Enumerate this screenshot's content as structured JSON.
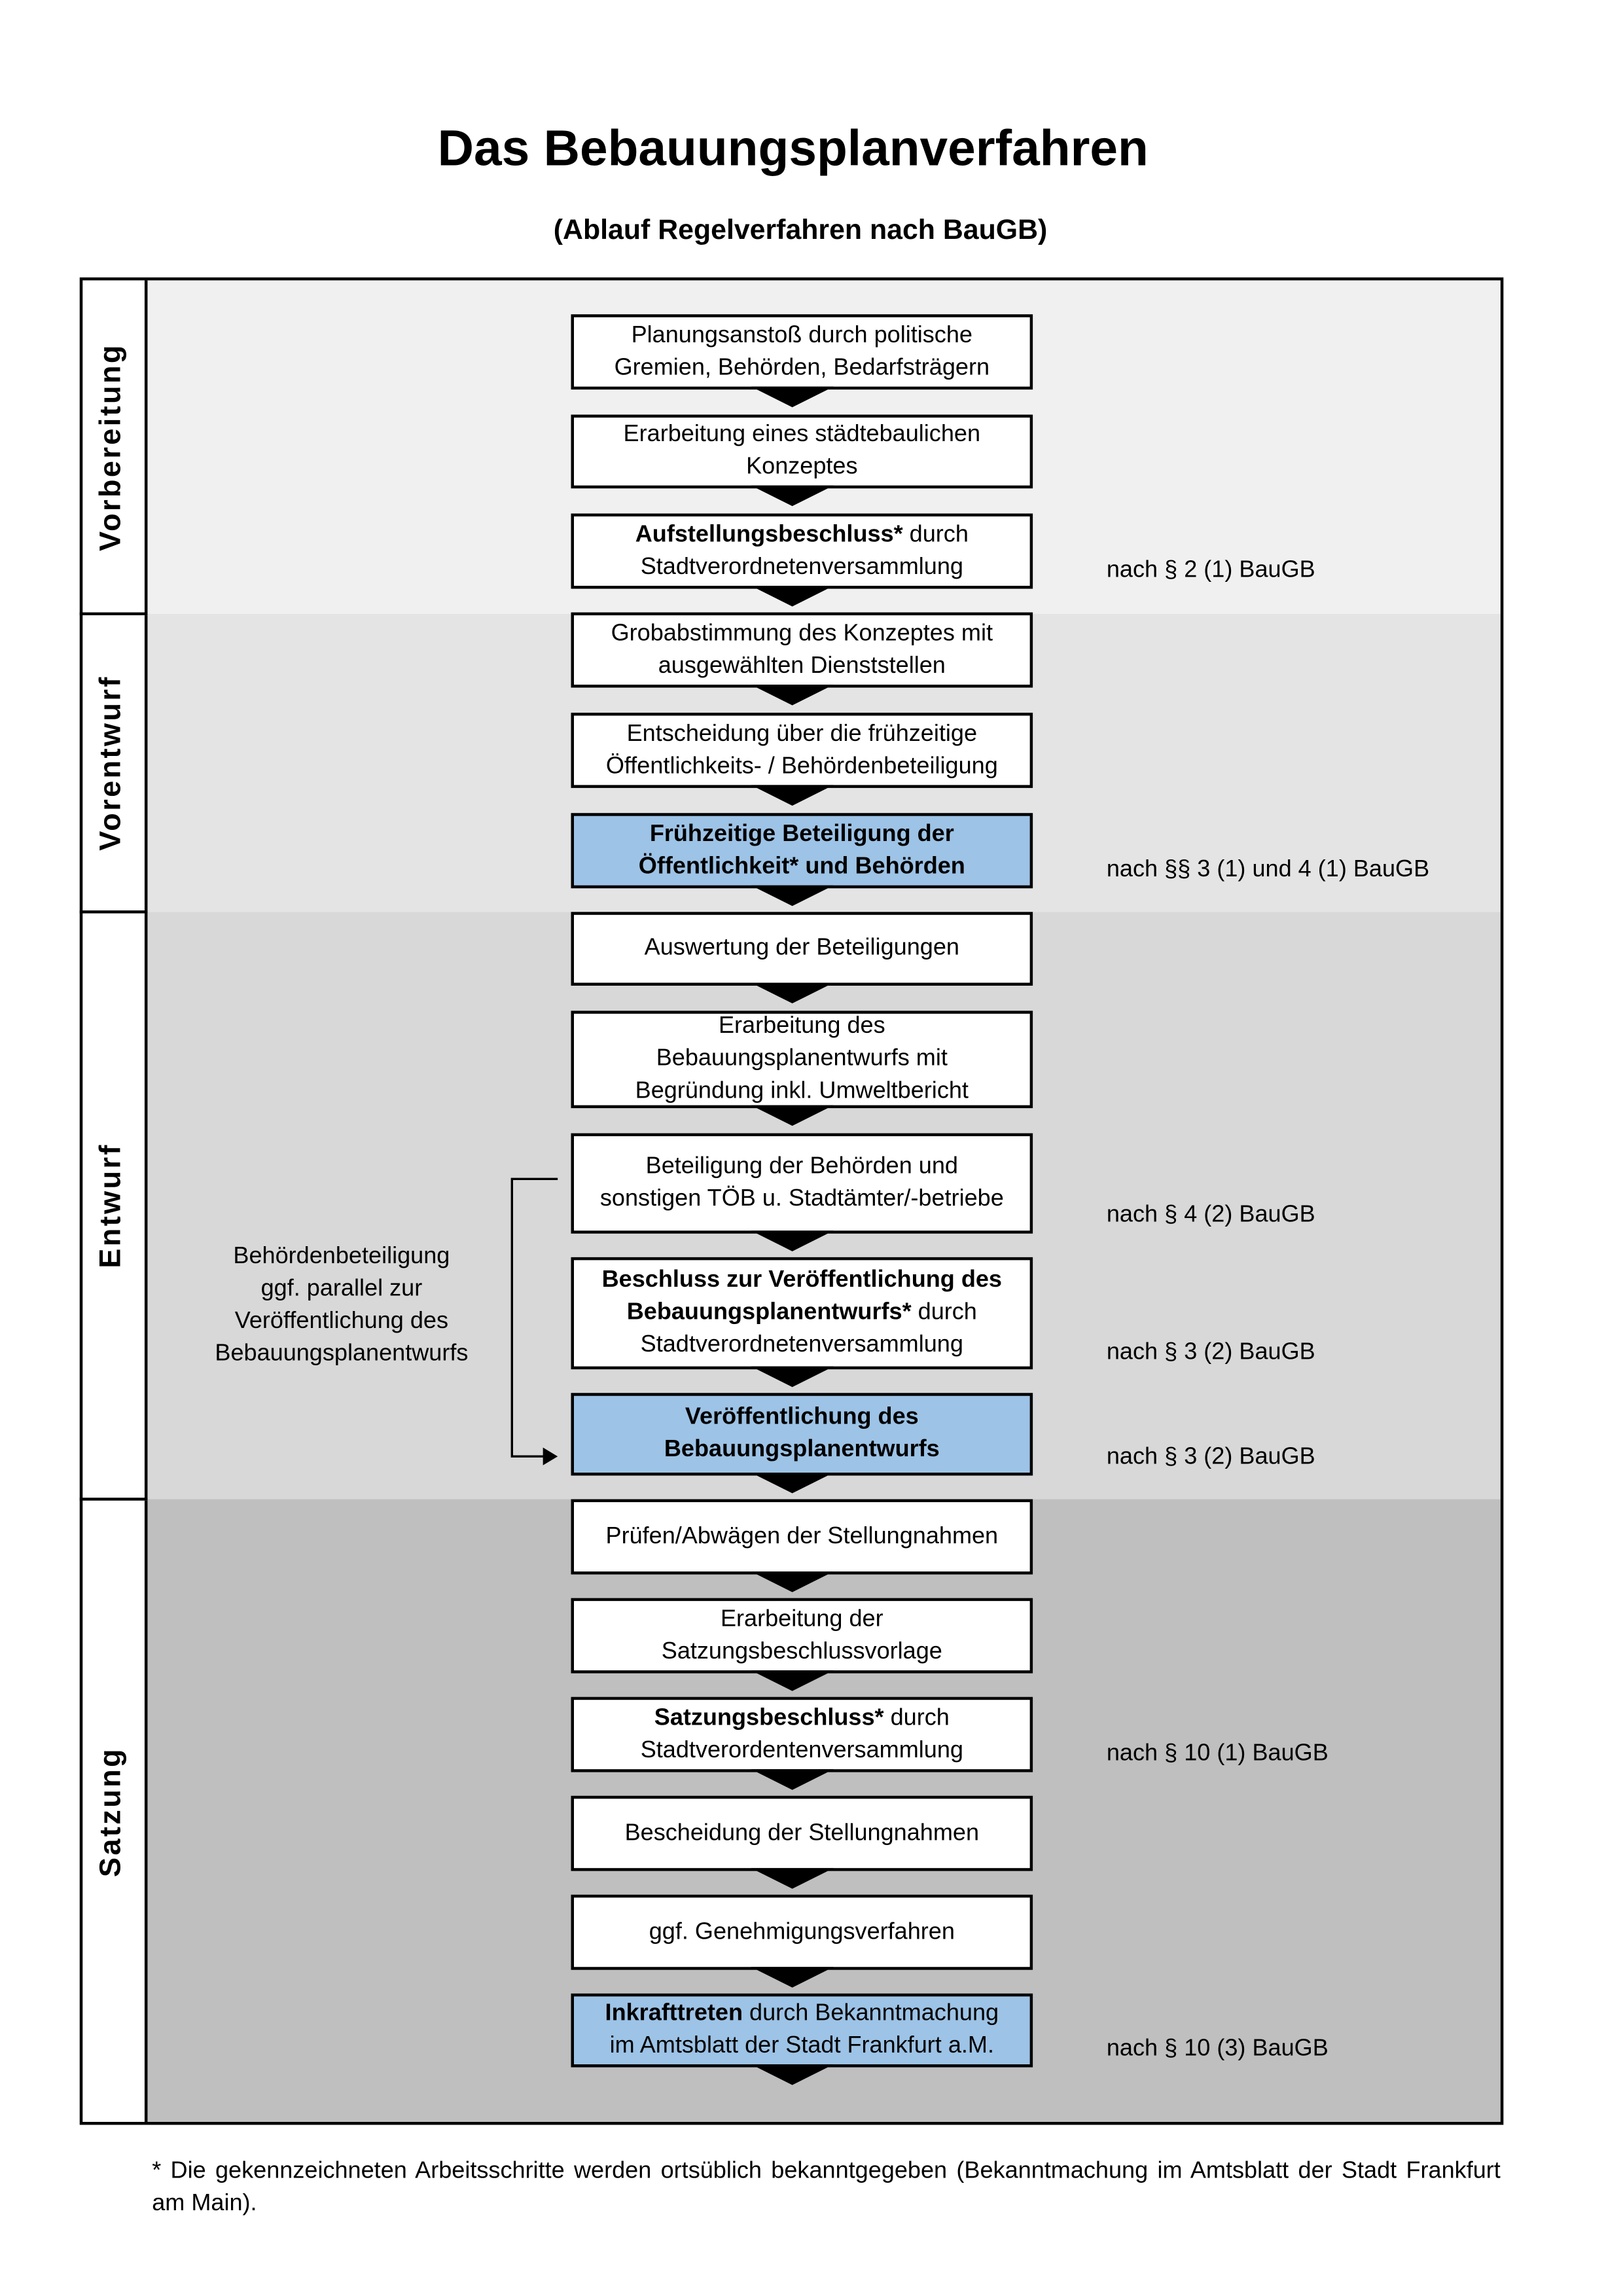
{
  "title": "Das Bebauungsplanverfahren",
  "subtitle": "(Ablauf Regelverfahren nach BauGB)",
  "colors": {
    "highlight": "#9dc3e6",
    "phase_vorbereitung": "#f0f0f0",
    "phase_vorentwurf": "#e4e4e4",
    "phase_entwurf": "#d8d8d8",
    "phase_satzung": "#bfbfbf"
  },
  "phases": [
    {
      "label": "Vorbereitung"
    },
    {
      "label": "Vorentwurf"
    },
    {
      "label": "Entwurf"
    },
    {
      "label": "Satzung"
    }
  ],
  "steps": [
    {
      "highlight": false,
      "parts": [
        {
          "text": "Planungsanstoß durch politische\nGremien, Behörden, Bedarfsträgern",
          "bold": false
        }
      ]
    },
    {
      "highlight": false,
      "parts": [
        {
          "text": "Erarbeitung eines städtebaulichen\nKonzeptes",
          "bold": false
        }
      ]
    },
    {
      "highlight": false,
      "parts": [
        {
          "text": "Aufstellungsbeschluss*",
          "bold": true
        },
        {
          "text": " durch\nStadtverordnetenversammlung",
          "bold": false
        }
      ]
    },
    {
      "highlight": false,
      "parts": [
        {
          "text": "Grobabstimmung des Konzeptes mit\nausgewählten Dienststellen",
          "bold": false
        }
      ]
    },
    {
      "highlight": false,
      "parts": [
        {
          "text": "Entscheidung über die frühzeitige\nÖffentlichkeits- / Behördenbeteiligung",
          "bold": false
        }
      ]
    },
    {
      "highlight": true,
      "parts": [
        {
          "text": "Frühzeitige Beteiligung der\nÖffentlichkeit* und Behörden",
          "bold": true
        }
      ]
    },
    {
      "highlight": false,
      "parts": [
        {
          "text": "Auswertung der Beteiligungen",
          "bold": false
        }
      ]
    },
    {
      "highlight": false,
      "parts": [
        {
          "text": "Erarbeitung des\nBebauungsplanentwurfs mit\nBegründung inkl. Umweltbericht",
          "bold": false
        }
      ]
    },
    {
      "highlight": false,
      "parts": [
        {
          "text": "Beteiligung der Behörden und\nsonstigen TÖB u. Stadtämter/-betriebe",
          "bold": false
        }
      ]
    },
    {
      "highlight": false,
      "parts": [
        {
          "text": "Beschluss zur Veröffentlichung des\nBebauungsplanentwurfs*",
          "bold": true
        },
        {
          "text": " durch\nStadtverordnetenversammlung",
          "bold": false
        }
      ]
    },
    {
      "highlight": true,
      "parts": [
        {
          "text": "Veröffentlichung des\nBebauungsplanentwurfs",
          "bold": true
        }
      ]
    },
    {
      "highlight": false,
      "parts": [
        {
          "text": "Prüfen/Abwägen der Stellungnahmen",
          "bold": false
        }
      ]
    },
    {
      "highlight": false,
      "parts": [
        {
          "text": "Erarbeitung der\nSatzungsbeschlussvorlage",
          "bold": false
        }
      ]
    },
    {
      "highlight": false,
      "parts": [
        {
          "text": "Satzungsbeschluss*",
          "bold": true
        },
        {
          "text": " durch\nStadtverordentenversammlung",
          "bold": false
        }
      ]
    },
    {
      "highlight": false,
      "parts": [
        {
          "text": "Bescheidung der Stellungnahmen",
          "bold": false
        }
      ]
    },
    {
      "highlight": false,
      "parts": [
        {
          "text": "ggf. Genehmigungsverfahren",
          "bold": false
        }
      ]
    },
    {
      "highlight": true,
      "parts": [
        {
          "text": "Inkrafttreten",
          "bold": true
        },
        {
          "text": " durch Bekanntmachung\nim Amtsblatt der Stadt Frankfurt a.M.",
          "bold": false
        }
      ]
    }
  ],
  "legal_notes": [
    "nach § 2 (1) BauGB",
    "nach §§ 3 (1) und 4 (1) BauGB",
    "nach § 4 (2) BauGB",
    "nach § 3 (2) BauGB",
    "nach § 3 (2) BauGB",
    "nach § 10 (1) BauGB",
    "nach § 10 (3) BauGB"
  ],
  "parallel_note": "Behördenbeteiligung\nggf. parallel zur\nVeröffentlichung des\nBebauungsplanentwurfs",
  "footnote": "* Die gekennzeichneten Arbeitsschritte werden ortsüblich bekanntgegeben (Bekanntmachung im Amtsblatt  der Stadt Frankfurt am Main)."
}
